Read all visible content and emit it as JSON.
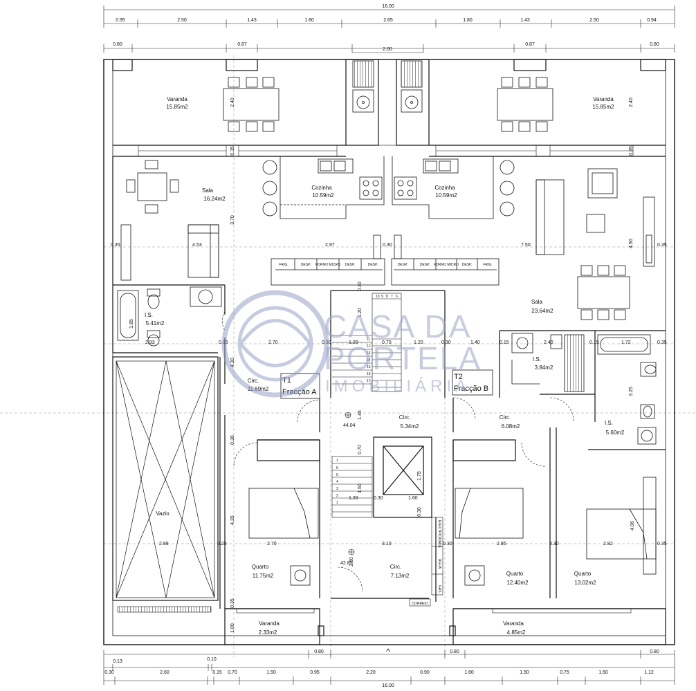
{
  "top_dims_row1": {
    "total": "16.00",
    "segments": [
      "0.95",
      "2.50",
      "1.43",
      "1.80",
      "2.65",
      "1.80",
      "1.43",
      "2.50",
      "0.94"
    ]
  },
  "top_dims_row2": {
    "segments": [
      "0.80",
      "0.87",
      "2.00",
      "0.87",
      "0.80"
    ]
  },
  "bottom_dims_row1": {
    "segments": [
      "0.13",
      "0.10",
      "0.80",
      "0.80",
      "0.80"
    ]
  },
  "bottom_dims_row2": {
    "total": "16.00",
    "segments": [
      "0.30",
      "2.60",
      "0.15",
      "0.70",
      "1.50",
      "0.95",
      "2.20",
      "0.90",
      "1.60",
      "1.50",
      "0.75",
      "1.50",
      "1.12"
    ]
  },
  "rooms": {
    "varanda_top_left": {
      "name": "Varanda",
      "area": "15.85m2"
    },
    "varanda_top_right": {
      "name": "Varanda",
      "area": "15.85m2"
    },
    "sala_left": {
      "name": "Sala",
      "area": "16.24m2"
    },
    "cozinha_left": {
      "name": "Cozinha",
      "area": "10.59m2"
    },
    "cozinha_right": {
      "name": "Cozinha",
      "area": "10.59m2"
    },
    "sala_right": {
      "name": "Sala",
      "area": "23.64m2"
    },
    "is_left": {
      "name": "I.S.",
      "area": "5.41m2"
    },
    "is_mid": {
      "name": "I.S.",
      "area": "3.84m2"
    },
    "is_right": {
      "name": "I.S.",
      "area": "5.60m2"
    },
    "circ_left": {
      "name": "Circ.",
      "area": "11.69m2"
    },
    "circ_center": {
      "name": "Circ.",
      "area": "5.34m2"
    },
    "circ_right": {
      "name": "Circ.",
      "area": "6.08m2"
    },
    "circ_bottom": {
      "name": "Circ.",
      "area": "7.13m2"
    },
    "vazio": {
      "name": "Vazio"
    },
    "quarto_1": {
      "name": "Quarto",
      "area": "11.75m2"
    },
    "quarto_2": {
      "name": "Quarto",
      "area": "12.40m2"
    },
    "quarto_3": {
      "name": "Quarto",
      "area": "13.02m2"
    },
    "varanda_bottom_left": {
      "name": "Varanda",
      "area": "2.33m2"
    },
    "varanda_bottom_right": {
      "name": "Varanda",
      "area": "4.85m2"
    }
  },
  "fractions": {
    "a": {
      "type": "T1",
      "label": "Fracção A"
    },
    "b": {
      "type": "T2",
      "label": "Fracção B"
    }
  },
  "levels": {
    "upper": "44.04",
    "lower": "42.85"
  },
  "inner_dims": {
    "d_240a": "2.40",
    "d_240b": "2.40",
    "d_035a": "0.35",
    "d_370": "3.70",
    "d_035b": "0.35",
    "d_453": "4.53",
    "d_297": "2.97",
    "d_030a": "0.30",
    "d_750": "7.50",
    "d_490": "4.90",
    "d_035c": "0.35",
    "d_185": "1.85",
    "d_293": "2.93",
    "d_015": "0.15",
    "d_270a": "2.70",
    "d_030b": "0.30",
    "d_120a": "1.20",
    "d_070": "0.70",
    "d_120b": "1.20",
    "d_030c": "0.30",
    "d_140": "1.40",
    "d_015b": "0.15",
    "d_240c": "2.40",
    "d_015c": "0.15",
    "d_172": "1.72",
    "d_035d": "0.35",
    "d_430": "4.30",
    "d_325": "3.25",
    "d_145": "1.45",
    "d_070b": "0.70",
    "d_150": "1.50",
    "d_175": "1.75",
    "d_120c": "1.20",
    "d_030d": "0.30",
    "d_160": "1.60",
    "d_435": "4.35",
    "d_288": "2.88",
    "d_025": "0.25",
    "d_270b": "2.70",
    "d_310": "3.10",
    "d_230": "2.30",
    "d_030e": "0.30",
    "d_285": "2.85",
    "d_030f": "0.30",
    "d_282": "2.82",
    "d_035e": "0.35",
    "d_406": "4.06",
    "d_035f": "0.35",
    "d_100": "1.00",
    "d_030g": "0.30",
    "d_120d": "1.20",
    "d_030h": "0.30",
    "d_030i": "0.30"
  },
  "kitchen_units": [
    "FRIG.",
    "DESP.",
    "FORNO MICRO",
    "DESP.",
    "DESP.",
    "DESP.",
    "DESP.",
    "FORNO MICRO",
    "DESP.",
    "FRIG."
  ],
  "stair_numbers_top": [
    "10",
    "9",
    "8",
    "7",
    "6"
  ],
  "stair_numbers_right": [
    "11",
    "12",
    "13",
    "14",
    "15",
    "16",
    "17"
  ],
  "stair_numbers_left": [
    "7",
    "6",
    "5",
    "4",
    "3",
    "2",
    "1"
  ],
  "services": [
    "ELECTRICIDADE",
    "ÁGUA",
    "GÁS",
    "CORREIO"
  ],
  "watermark": {
    "line1": "CASA DA",
    "line2": "PORTELA",
    "line3": "IMOBILIÁRIA"
  },
  "north_arrow": "^"
}
